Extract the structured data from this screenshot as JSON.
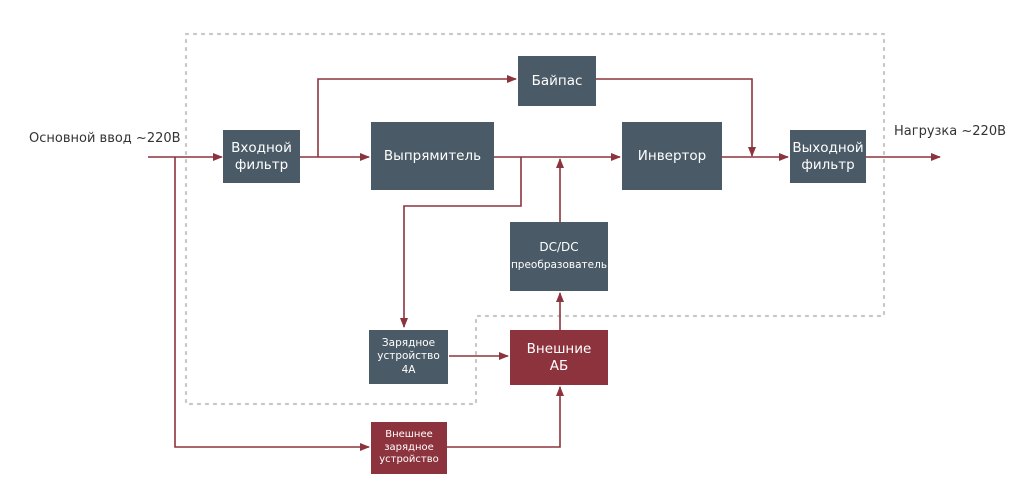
{
  "colors": {
    "block": "#4a5a66",
    "battery_block": "#8d333d",
    "arrow": "#8d333d",
    "frame": "#c8c8c8",
    "label": "#333333"
  },
  "labels": {
    "input": "Основной ввод ~220В",
    "output": "Нагрузка ~220В"
  },
  "blocks": {
    "input_filter": [
      "Входной",
      "фильтр"
    ],
    "rectifier": [
      "Выпрямитель"
    ],
    "bypass": [
      "Байпас"
    ],
    "inverter": [
      "Инвертор"
    ],
    "output_filter": [
      "Выходной",
      "фильтр"
    ],
    "dcdc": [
      "DC/DC",
      "преобразователь"
    ],
    "charger": [
      "Зарядное",
      "устройство",
      "4А"
    ],
    "ext_battery": [
      "Внешние",
      "АБ"
    ],
    "ext_charger": [
      "Внешнее",
      "зарядное",
      "устройство"
    ]
  },
  "connections": [
    {
      "from": "input",
      "to": "input_filter"
    },
    {
      "from": "input_filter",
      "to": "rectifier"
    },
    {
      "from": "input_filter",
      "to": "bypass"
    },
    {
      "from": "rectifier",
      "to": "inverter"
    },
    {
      "from": "bypass",
      "to": "output_filter"
    },
    {
      "from": "inverter",
      "to": "output_filter"
    },
    {
      "from": "output_filter",
      "to": "output"
    },
    {
      "from": "rectifier",
      "to": "charger"
    },
    {
      "from": "charger",
      "to": "ext_battery"
    },
    {
      "from": "ext_battery",
      "to": "dcdc"
    },
    {
      "from": "dcdc",
      "to": "inverter"
    },
    {
      "from": "input",
      "to": "ext_charger"
    },
    {
      "from": "ext_charger",
      "to": "ext_battery"
    }
  ]
}
